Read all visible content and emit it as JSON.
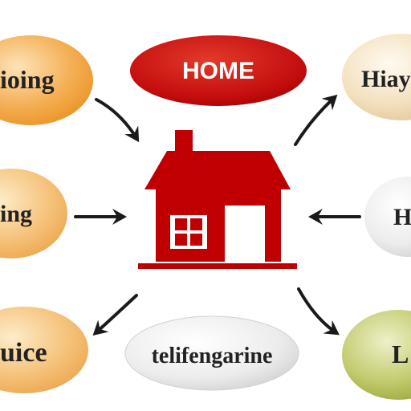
{
  "title": {
    "text": "HOME",
    "color": "#c00000"
  },
  "nodes": [
    {
      "id": "left-top",
      "label": "ioing",
      "color": "#f0a43a"
    },
    {
      "id": "left-middle",
      "label": "ing",
      "color": "#f2b45a"
    },
    {
      "id": "left-bottom",
      "label": "uice",
      "color": "#f0b44e"
    },
    {
      "id": "bottom-center",
      "label": "telifengarine",
      "color": "#e8e8e8"
    },
    {
      "id": "right-top",
      "label": "Hiay",
      "color": "#efd9b2"
    },
    {
      "id": "right-middle",
      "label": "H",
      "color": "#e6e6e6"
    },
    {
      "id": "right-bottom",
      "label": "L",
      "color": "#b5bf55"
    }
  ],
  "house": {
    "icon": "house-icon",
    "color": "#c00000"
  },
  "arrow_color": "#1a1a1a"
}
